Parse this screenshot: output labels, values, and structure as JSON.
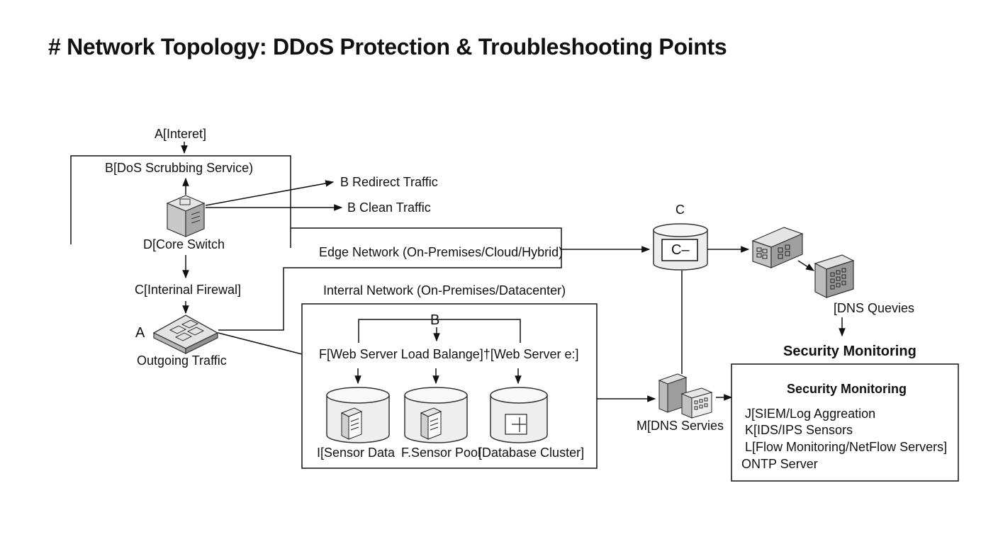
{
  "title": "# Network Topology: DDoS Protection & Troubleshooting Points",
  "labels": {
    "internet": "A[Interet]",
    "scrubbing": "B[DoS Scrubbing Service)",
    "redirect": "B  Redirect Traffic",
    "clean": "B  Clean Traffic",
    "core_switch": "D[Core Switch",
    "firewall": "C[Interinal Firewal]",
    "a_letter": "A",
    "outgoing": "Outgoing Traffic",
    "edge_network": "Edge Network (On-Premises/Cloud/Hybrid)",
    "c_top": "C",
    "c_box": "C–",
    "internal_network": "Interral Network (On-Premises/Datacenter)",
    "b_internal": "B",
    "web_servers": "F[Web Server Load Balange]†[Web Server e:]",
    "sensor_data": "I[Sensor Data",
    "sensor_pool": "F.Sensor Pool",
    "db_cluster": "[Database Cluster]",
    "dns_queries": "[DNS Quevies",
    "dns_services": "M[DNS Servies",
    "sec_mon_outer": "Security Monitoring",
    "sec_mon_inner": "Security Monitoring",
    "siem": "J[SIEM/Log Aggreation",
    "ids": "K[IDS/IPS Sensors",
    "flow": "L[Flow Monitoring/NetFlow Servers]",
    "ntp": "ONTP Server"
  }
}
